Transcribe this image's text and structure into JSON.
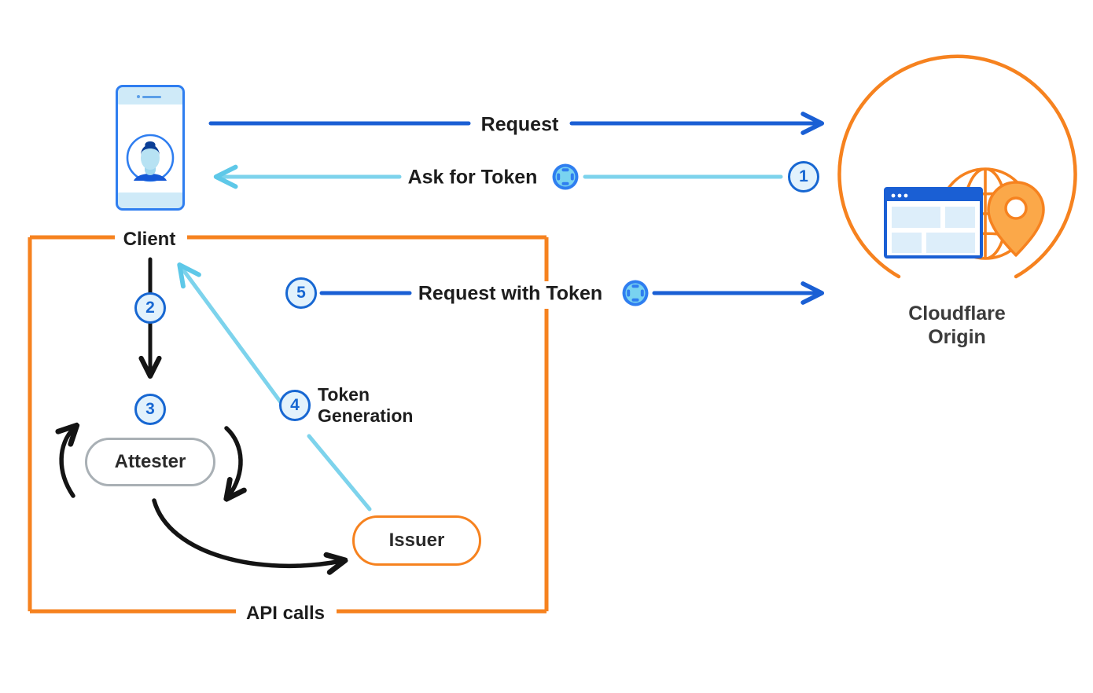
{
  "diagram": {
    "title": "Private Access Token flow between Client, Attester, Issuer and Cloudflare Origin",
    "type": "flow-diagram",
    "colors": {
      "orange": "#f6821f",
      "blue_dark": "#1a5fd4",
      "blue_mid": "#1767d2",
      "cyan": "#5ec8e8",
      "black": "#141414",
      "grey": "#a9b0b5",
      "token_fill": "#7fd4f0",
      "circle_fill": "#e2f2fc"
    },
    "nodes": {
      "client": "Client",
      "attester": "Attester",
      "issuer": "Issuer",
      "origin_line1": "Cloudflare",
      "origin_line2": "Origin"
    },
    "group_box": {
      "label": "API calls"
    },
    "edges": {
      "request": "Request",
      "ask_for_token": "Ask for Token",
      "request_with_token": "Request with Token",
      "token_generation_line1": "Token",
      "token_generation_line2": "Generation"
    },
    "steps": [
      {
        "number": "1",
        "describes": "Ask for Token"
      },
      {
        "number": "2",
        "describes": "Client to Attester"
      },
      {
        "number": "3",
        "describes": "Attestation"
      },
      {
        "number": "4",
        "describes": "Token Generation"
      },
      {
        "number": "5",
        "describes": "Request with Token"
      }
    ],
    "icons": {
      "token": "token-icon",
      "phone": "mobile-phone-icon",
      "avatar": "user-avatar-icon",
      "globe": "globe-icon",
      "browser": "browser-window-icon",
      "pin": "map-pin-icon"
    }
  }
}
